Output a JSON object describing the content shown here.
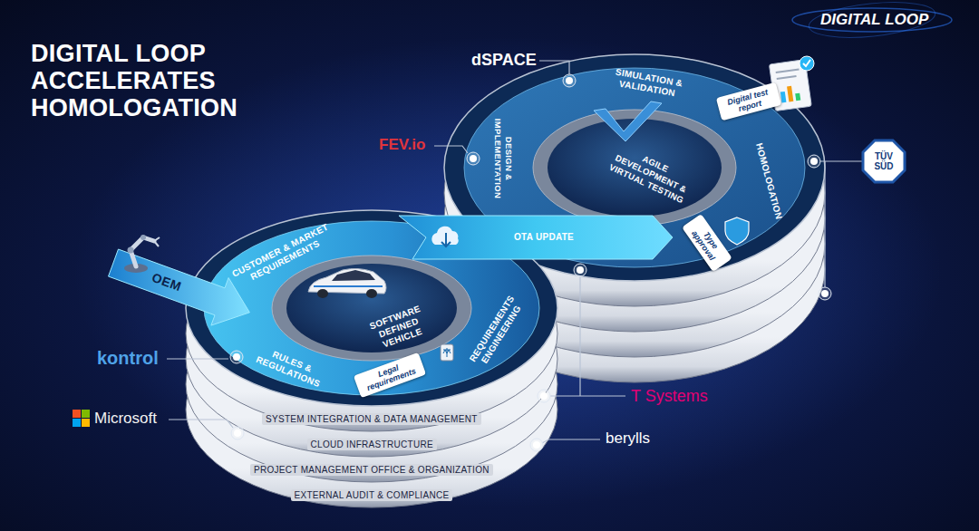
{
  "diagram": {
    "title": "DIGITAL LOOP ACCELERATES HOMOLOGATION",
    "nodes": [
      {
        "text": [
          "OEM"
        ]
      },
      {
        "text": [
          "CUSTOMER & MARKET REQUIREMENTS"
        ]
      },
      {
        "text": [
          "RULES & REGULATIONS"
        ]
      },
      {
        "text": [
          "SOFTWARE DEFINED VEHICLE"
        ]
      },
      {
        "text": [
          "Legal requirements"
        ]
      },
      {
        "text": [
          "REQUIREMENTS ENGINEERING"
        ]
      },
      {
        "text": [
          "OTA UPDATE"
        ]
      },
      {
        "text": [
          "DESIGN & IMPLEMENTATION"
        ]
      },
      {
        "text": [
          "SIMULATION & VALIDATION"
        ]
      },
      {
        "text": [
          "Digital test report"
        ]
      },
      {
        "text": [
          "AGILE DEVELOPMENT & VIRTUAL TESTING"
        ]
      },
      {
        "text": [
          "Type approval"
        ]
      },
      {
        "text": [
          "HOMOLOGATION"
        ]
      },
      {
        "text": [
          "TÜV SÜD"
        ]
      },
      {
        "text": [
          "SYSTEM INTEGRATION & DATA MANAGEMENT"
        ]
      },
      {
        "text": [
          "CLOUD INFRASTRUCTURE"
        ]
      },
      {
        "text": [
          "PROJECT MANAGEMENT OFFICE & ORGANIZATION"
        ]
      },
      {
        "text": [
          "EXTERNAL AUDIT & COMPLIANCE"
        ]
      }
    ],
    "labels": [
      "DIGITAL LOOP",
      "dSPACE",
      "FEV.io",
      "kontrol",
      "T Systems",
      "Microsoft",
      "berylls"
    ]
  }
}
